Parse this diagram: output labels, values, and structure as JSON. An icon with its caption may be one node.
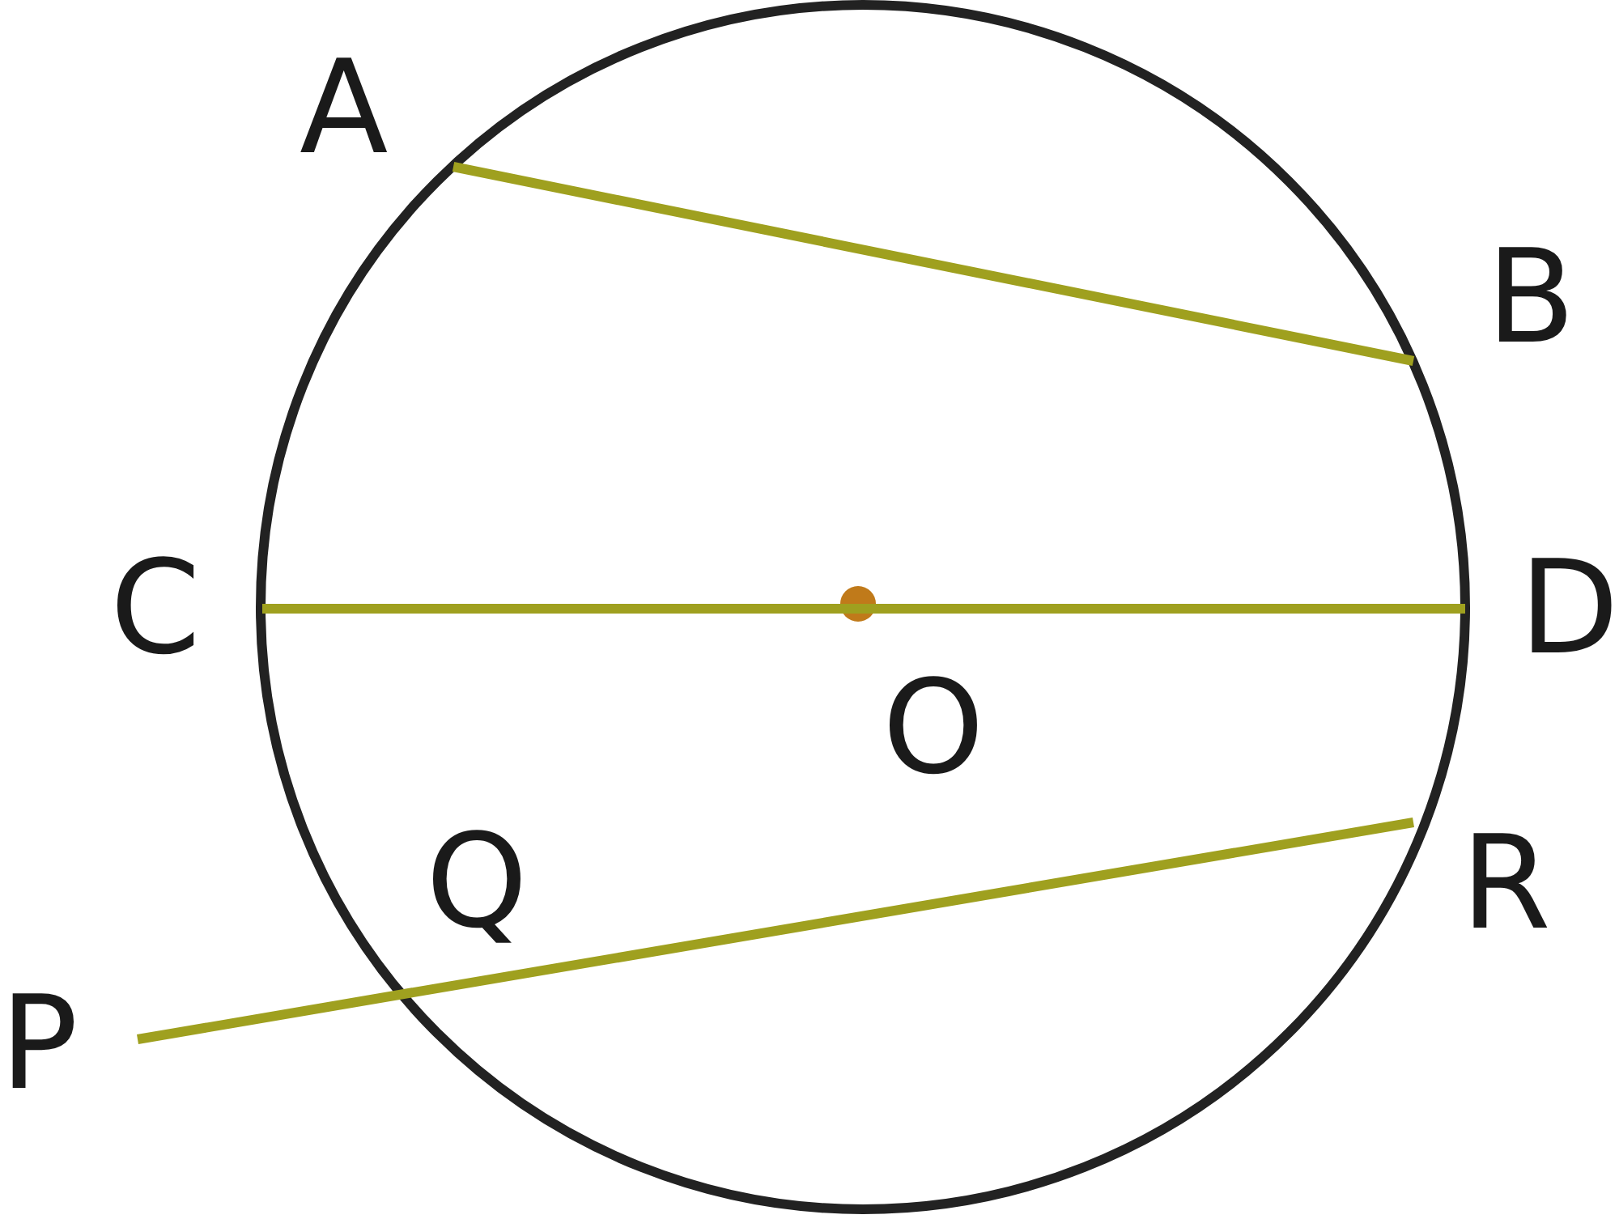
{
  "diagram": {
    "nodes": [
      {
        "text": [
          "A"
        ]
      },
      {
        "text": [
          "B"
        ]
      },
      {
        "text": [
          "C"
        ]
      },
      {
        "text": [
          "D"
        ]
      },
      {
        "text": [
          "P"
        ]
      },
      {
        "text": [
          "R"
        ]
      }
    ],
    "edges": [
      {
        "from": 0,
        "to": 1,
        "arrow": "none"
      },
      {
        "from": 2,
        "to": 3,
        "arrow": "none"
      },
      {
        "from": 4,
        "to": 5,
        "arrow": "none"
      }
    ],
    "labels": [
      "O",
      "Q"
    ]
  }
}
